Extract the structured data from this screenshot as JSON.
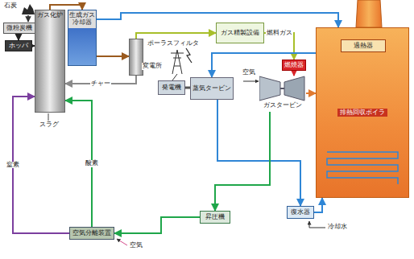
{
  "diagram": {
    "nodes": [
      {
        "text": [
          "微粉炭機"
        ]
      },
      {
        "text": [
          "ホッパ"
        ]
      },
      {
        "text": [
          "ガス化炉"
        ]
      },
      {
        "text": [
          "生成ガス冷却器"
        ]
      },
      {
        "text": [
          "ポーラスフィルタ"
        ]
      },
      {
        "text": [
          "ガス精製設備"
        ]
      },
      {
        "text": [
          "排熱回収ボイラ"
        ]
      },
      {
        "text": [
          "過熱器"
        ],
        "in": 6
      },
      {
        "text": [
          "燃焼器"
        ]
      },
      {
        "text": [
          "ガスタービン"
        ]
      },
      {
        "text": [
          "蒸気タービン"
        ]
      },
      {
        "text": [
          "発電機"
        ]
      },
      {
        "text": [
          "復水器"
        ]
      },
      {
        "text": [
          "空気分離装置"
        ]
      },
      {
        "text": [
          "昇圧機"
        ]
      }
    ],
    "edges": [
      {
        "from": 0,
        "to": 1,
        "arrow": "to"
      },
      {
        "from": 1,
        "to": 2,
        "arrow": "to"
      },
      {
        "from": 2,
        "to": 3,
        "arrow": "to"
      },
      {
        "from": 3,
        "to": 4,
        "arrow": "to"
      },
      {
        "from": 4,
        "to": 5,
        "arrow": "to"
      },
      {
        "from": 5,
        "to": 8,
        "label": "燃料ガス",
        "arrow": "to"
      },
      {
        "from": 8,
        "to": 9,
        "arrow": "to"
      },
      {
        "from": 9,
        "to": 6,
        "arrow": "to"
      },
      {
        "from": 6,
        "to": 10,
        "arrow": "to"
      },
      {
        "from": 10,
        "to": 12,
        "arrow": "to"
      },
      {
        "from": 12,
        "to": 6,
        "arrow": "to"
      },
      {
        "from": 4,
        "to": 2,
        "label": "チャー",
        "arrow": "to"
      },
      {
        "from": 13,
        "to": 2,
        "label": "酸素",
        "arrow": "to"
      },
      {
        "from": 9,
        "to": 14,
        "arrow": "to"
      },
      {
        "from": 14,
        "to": 13,
        "arrow": "to"
      },
      {
        "from": 13,
        "to": 2,
        "label": "窒素",
        "arrow": "to"
      },
      {
        "from": 11,
        "to": 10,
        "arrow": "none"
      },
      {
        "from": 3,
        "to": 6,
        "arrow": "to"
      }
    ],
    "labels": [
      "石炭",
      "スラグ",
      "変電所",
      "空気",
      "空気",
      "冷却水"
    ]
  }
}
